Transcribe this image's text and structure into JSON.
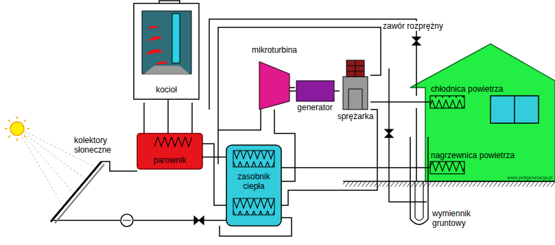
{
  "diagram": {
    "nodes": [
      {
        "text": [
          "kocioł"
        ]
      },
      {
        "text": [
          "parownik"
        ]
      },
      {
        "text": [
          "mikroturbina"
        ]
      },
      {
        "text": [
          "generator"
        ]
      },
      {
        "text": [
          "sprężarka"
        ]
      },
      {
        "text": [
          "zasobnik ciepła"
        ]
      },
      {
        "text": [
          "chłodnica powietrza"
        ]
      },
      {
        "text": [
          "nagrzewnica powietrza"
        ]
      }
    ],
    "edges": [
      {
        "from": 0,
        "to": 1,
        "arrow": "none"
      },
      {
        "from": 2,
        "to": 3,
        "arrow": "none"
      },
      {
        "from": 3,
        "to": 4,
        "arrow": "none"
      },
      {
        "from": 1,
        "to": 5,
        "arrow": "none"
      },
      {
        "from": 5,
        "to": 7,
        "arrow": "none"
      },
      {
        "from": 4,
        "to": 6,
        "arrow": "none"
      }
    ],
    "labels": [
      "zawór rozprężny",
      "kolektory słoneczne",
      "wymiennik gruntowy",
      "www.poligeneracja.pl"
    ]
  }
}
